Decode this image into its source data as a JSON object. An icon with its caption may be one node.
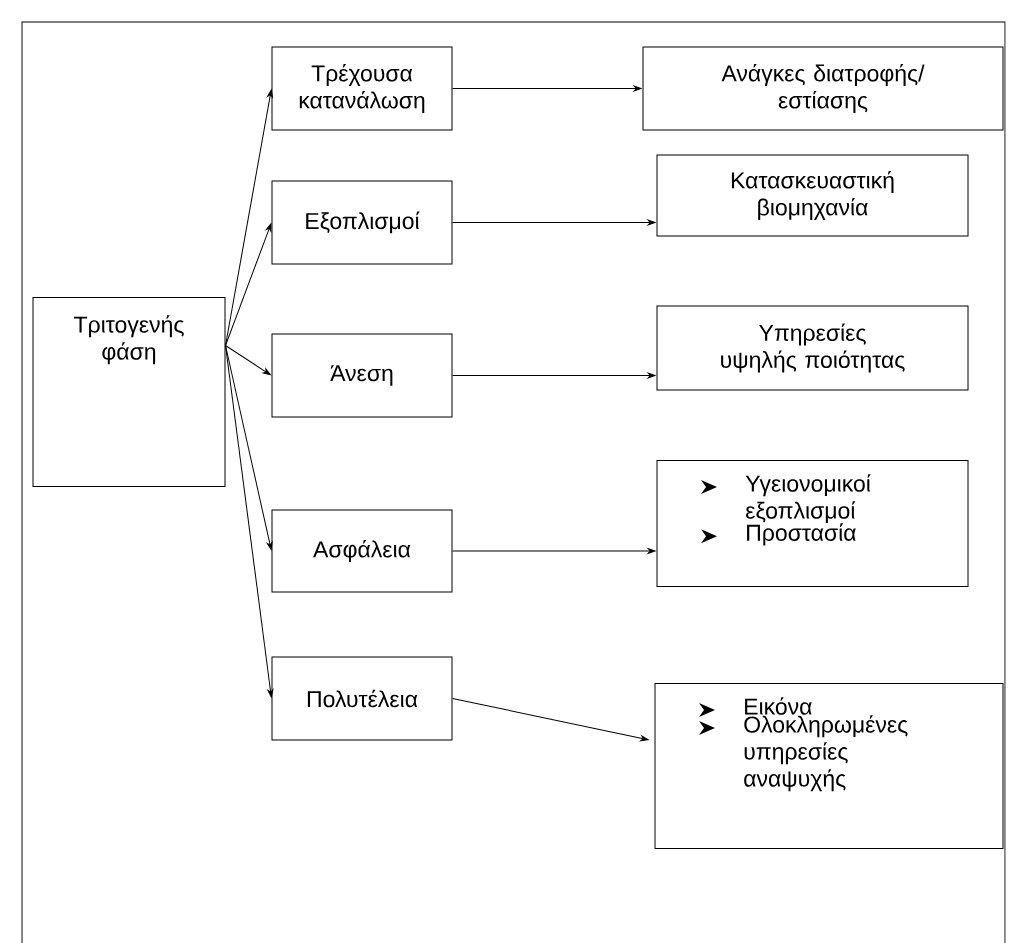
{
  "diagram": {
    "nodes": [
      {
        "text": [
          "Τριτογενής φάση"
        ]
      },
      {
        "text": [
          "Τρέχουσα κατανάλωση"
        ]
      },
      {
        "text": [
          "Ανάγκες διατροφής/ εστίασης"
        ]
      },
      {
        "text": [
          "Εξοπλισμοί"
        ]
      },
      {
        "text": [
          "Κατασκευαστική βιομηχανία"
        ]
      },
      {
        "text": [
          "Άνεση"
        ]
      },
      {
        "text": [
          "Υπηρεσίες υψηλής ποιότητας"
        ]
      },
      {
        "text": [
          "Ασφάλεια"
        ]
      },
      {
        "text": [
          "Υγειονομικοί εξοπλισμοί",
          "Προστασία"
        ]
      },
      {
        "text": [
          "Πολυτέλεια"
        ]
      },
      {
        "text": [
          "Εικόνα",
          "Ολοκληρωμένες υπηρεσίες αναψυχής"
        ]
      }
    ],
    "edges": [
      {
        "from": 0,
        "to": 1,
        "arrow": "to"
      },
      {
        "from": 0,
        "to": 3,
        "arrow": "to"
      },
      {
        "from": 0,
        "to": 5,
        "arrow": "to"
      },
      {
        "from": 0,
        "to": 7,
        "arrow": "to"
      },
      {
        "from": 0,
        "to": 9,
        "arrow": "to"
      },
      {
        "from": 1,
        "to": 2,
        "arrow": "to"
      },
      {
        "from": 3,
        "to": 4,
        "arrow": "to"
      },
      {
        "from": 5,
        "to": 6,
        "arrow": "to"
      },
      {
        "from": 7,
        "to": 8,
        "arrow": "to"
      },
      {
        "from": 9,
        "to": 10,
        "arrow": "to"
      }
    ]
  }
}
